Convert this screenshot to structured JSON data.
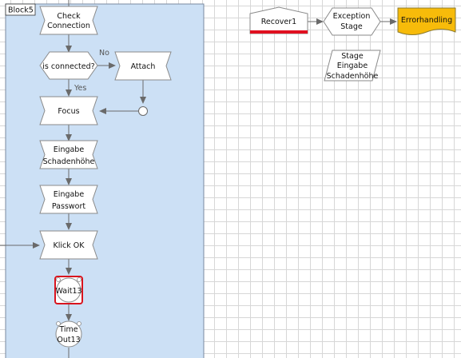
{
  "block": {
    "title": "Block5"
  },
  "nodes": {
    "check_connection": [
      "Check",
      "Connection"
    ],
    "is_connected": "is connected?",
    "attach": "Attach",
    "focus": "Focus",
    "eingabe_schadenhoehe": [
      "Eingabe",
      "Schadenhöhe"
    ],
    "eingabe_passwort": [
      "Eingabe",
      "Passwort"
    ],
    "klick_ok": "Klick OK",
    "wait13": "Wait13",
    "timeout13": [
      "Time",
      "Out13"
    ],
    "recover1": "Recover1",
    "exception_stage": [
      "Exception",
      "Stage"
    ],
    "errorhandling": "Errorhandling",
    "stage_eingabe": [
      "Stage",
      "Eingabe",
      "Schadenhöhe"
    ]
  },
  "edge_labels": {
    "no": "No",
    "yes": "Yes"
  },
  "colors": {
    "block_fill": "#cce0f5",
    "block_border": "#7a8aa0",
    "recover_bar": "#e01020",
    "wait_border": "#d8141e",
    "errorhandling_fill": "#f7bb0a"
  }
}
